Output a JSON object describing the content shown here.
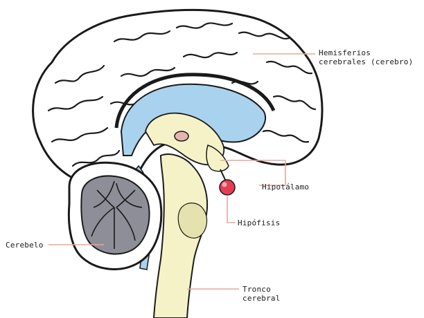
{
  "labels": {
    "hemisferios_line1": "Hemisferios",
    "hemisferios_line2": "cerebrales (cerebro)",
    "hipotalamo": "Hipotálamo",
    "hipofisis": "Hipófisis",
    "cerebelo": "Cerebelo",
    "tronco_line1": "Tronco",
    "tronco_line2": "cerebral"
  },
  "colors": {
    "outline": "#1a1a1a",
    "brain_fill": "#ffffff",
    "ventricle_blue": "#a9d2ee",
    "brainstem_yellow": "#f6f2c8",
    "cerebellum_gray": "#8e8e98",
    "pituitary_red": "#e23f52",
    "leader_line": "#e7a79a"
  }
}
